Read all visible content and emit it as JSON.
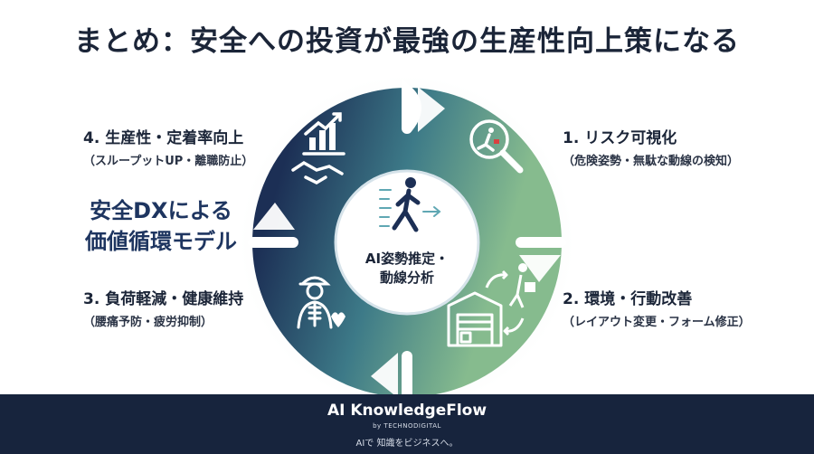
{
  "title": "まとめ：安全への投資が最強の生産性向上策になる",
  "center": {
    "line1": "AI姿勢推定・",
    "line2": "動線分析"
  },
  "model": {
    "line1": "安全DXによる",
    "line2": "価値循環モデル"
  },
  "steps": [
    {
      "title": "1. リスク可視化",
      "sub": "（危険姿勢・無駄な動線の検知）",
      "icon": "magnifier-worker-icon"
    },
    {
      "title": "2. 環境・行動改善",
      "sub": "（レイアウト変更・フォーム修正）",
      "icon": "warehouse-worker-icon"
    },
    {
      "title": "3. 負荷軽減・健康維持",
      "sub": "（腰痛予防・疲労抑制）",
      "icon": "spine-heart-icon"
    },
    {
      "title": "4. 生産性・定着率向上",
      "sub": "（スループットUP・離職防止）",
      "icon": "chart-handshake-icon"
    }
  ],
  "footer": {
    "brand": "AI KnowledgeFlow",
    "by": "by TECHNODIGITAL",
    "tagline": "AIで 知識をビジネスへ。"
  },
  "colors": {
    "navy": "#1b2f52",
    "teal": "#3f7f86",
    "green": "#74a986",
    "footer": "#17243d"
  }
}
